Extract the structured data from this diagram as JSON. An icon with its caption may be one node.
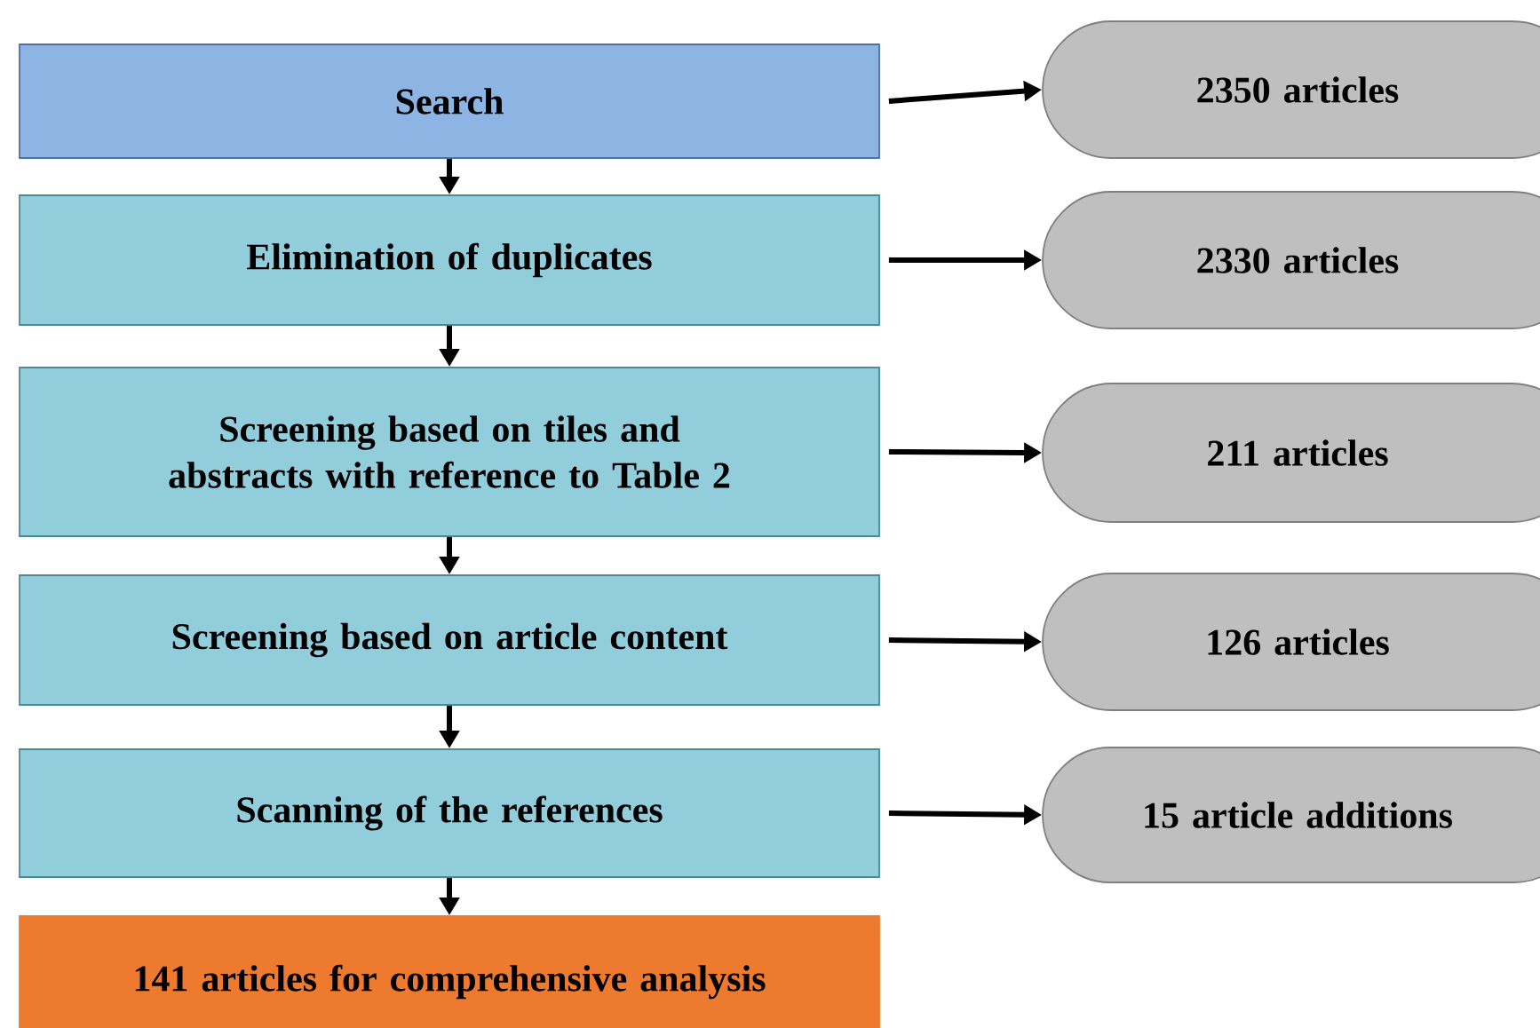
{
  "diagram": {
    "nodes": [
      {
        "text": [
          "Search"
        ]
      },
      {
        "text": [
          "2350 articles"
        ]
      },
      {
        "text": [
          "Elimination of duplicates"
        ]
      },
      {
        "text": [
          "2330 articles"
        ]
      },
      {
        "text": [
          "Screening based on tiles and abstracts with reference to Table 2"
        ]
      },
      {
        "text": [
          "211 articles"
        ]
      },
      {
        "text": [
          "Screening based on article content"
        ]
      },
      {
        "text": [
          "126 articles"
        ]
      },
      {
        "text": [
          "Scanning of the references"
        ]
      },
      {
        "text": [
          "15 article additions"
        ]
      },
      {
        "text": [
          "141 articles for comprehensive analysis"
        ]
      }
    ],
    "edges": [
      {
        "from": 0,
        "to": 1,
        "arrow": "to"
      },
      {
        "from": 0,
        "to": 2,
        "arrow": "to"
      },
      {
        "from": 2,
        "to": 3,
        "arrow": "to"
      },
      {
        "from": 2,
        "to": 4,
        "arrow": "to"
      },
      {
        "from": 4,
        "to": 5,
        "arrow": "to"
      },
      {
        "from": 4,
        "to": 6,
        "arrow": "to"
      },
      {
        "from": 6,
        "to": 7,
        "arrow": "to"
      },
      {
        "from": 6,
        "to": 8,
        "arrow": "to"
      },
      {
        "from": 8,
        "to": 9,
        "arrow": "to"
      },
      {
        "from": 8,
        "to": 10,
        "arrow": "to"
      }
    ]
  }
}
